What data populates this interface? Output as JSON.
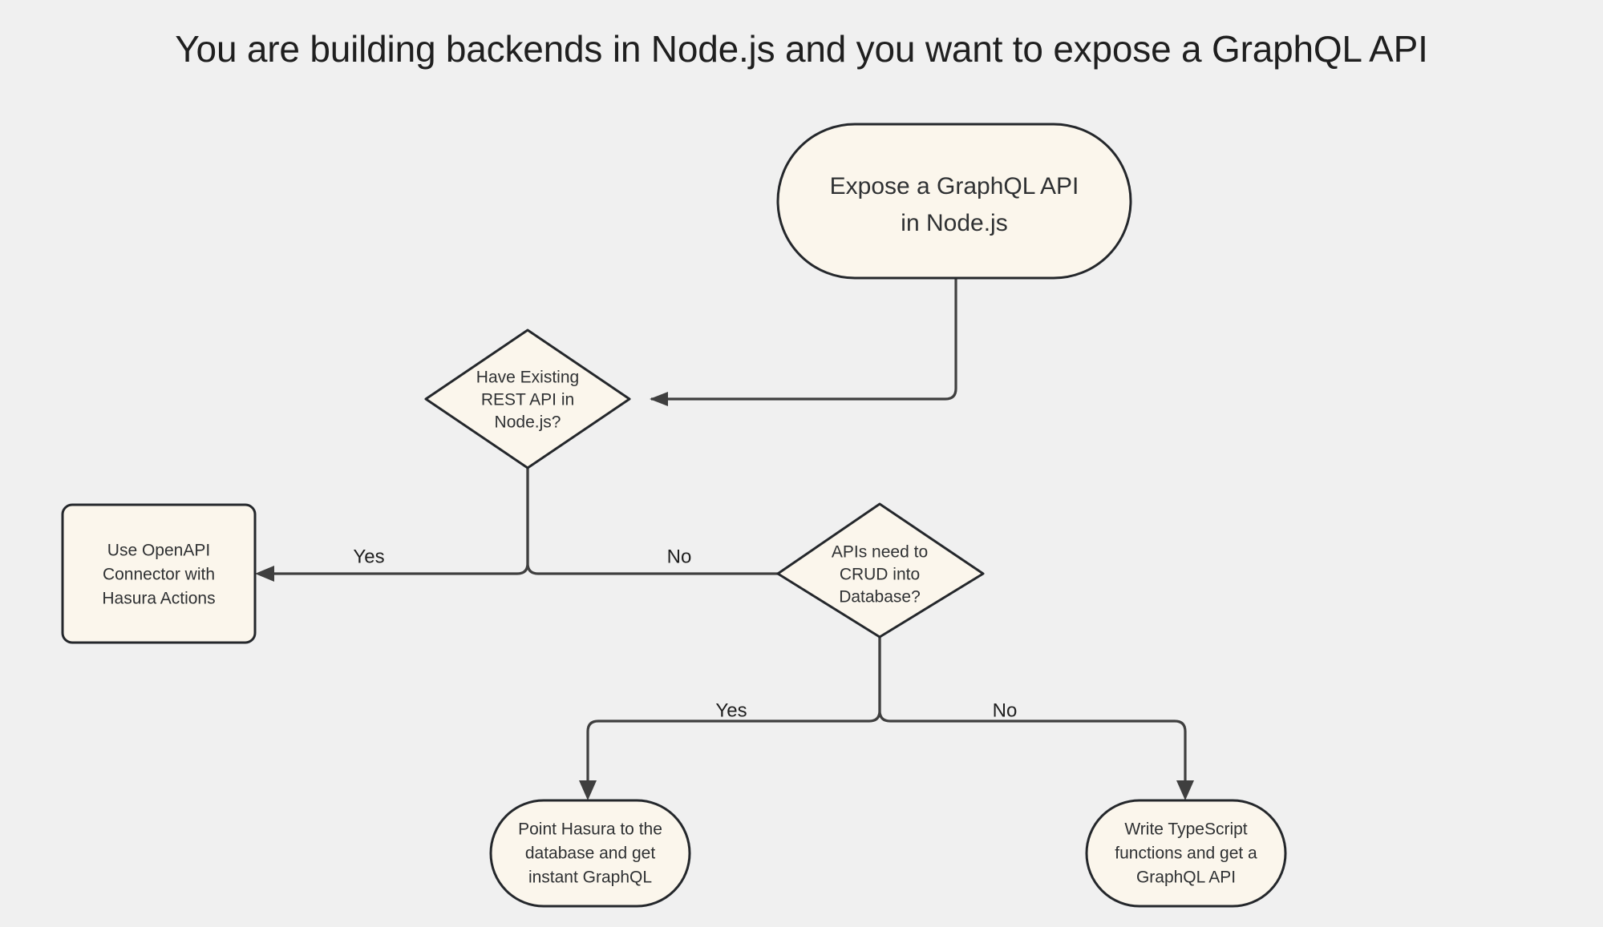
{
  "page": {
    "title": "You are building backends in Node.js and you want to expose a GraphQL API",
    "background_color": "#f0f0f0"
  },
  "theme": {
    "node_fill": "#fbf6ec",
    "node_stroke": "#24272b",
    "edge_stroke": "#3f3f3f",
    "text_color": "#2f3133",
    "title_color": "#1f1f1f"
  },
  "chart_data": {
    "type": "diagram",
    "diagram_type": "flowchart",
    "direction": "top-down",
    "title": "You are building backends in Node.js and you want to expose a GraphQL API",
    "nodes": [
      {
        "id": "start",
        "shape": "stadium",
        "lines": [
          "Expose a GraphQL API",
          "in Node.js"
        ],
        "text": "Expose a GraphQL API in Node.js"
      },
      {
        "id": "d1",
        "shape": "diamond",
        "lines": [
          "Have Existing",
          "REST API in",
          "Node.js?"
        ],
        "text": "Have Existing REST API in Node.js?"
      },
      {
        "id": "openapi",
        "shape": "rounded-rect",
        "lines": [
          "Use OpenAPI",
          "Connector with",
          "Hasura Actions"
        ],
        "text": "Use OpenAPI Connector with Hasura Actions"
      },
      {
        "id": "d2",
        "shape": "diamond",
        "lines": [
          "APIs need to",
          "CRUD into",
          "Database?"
        ],
        "text": "APIs need to CRUD into Database?"
      },
      {
        "id": "hasura",
        "shape": "stadium",
        "lines": [
          "Point Hasura to the",
          "database and get",
          "instant GraphQL"
        ],
        "text": "Point Hasura to the database and get instant GraphQL"
      },
      {
        "id": "typescript",
        "shape": "stadium",
        "lines": [
          "Write TypeScript",
          "functions and get a",
          "GraphQL API"
        ],
        "text": "Write TypeScript functions and get a GraphQL API"
      }
    ],
    "edges": [
      {
        "from": "start",
        "to": "d1",
        "label": ""
      },
      {
        "from": "d1",
        "to": "openapi",
        "label": "Yes"
      },
      {
        "from": "d1",
        "to": "d2",
        "label": "No"
      },
      {
        "from": "d2",
        "to": "hasura",
        "label": "Yes"
      },
      {
        "from": "d2",
        "to": "typescript",
        "label": "No"
      }
    ]
  }
}
